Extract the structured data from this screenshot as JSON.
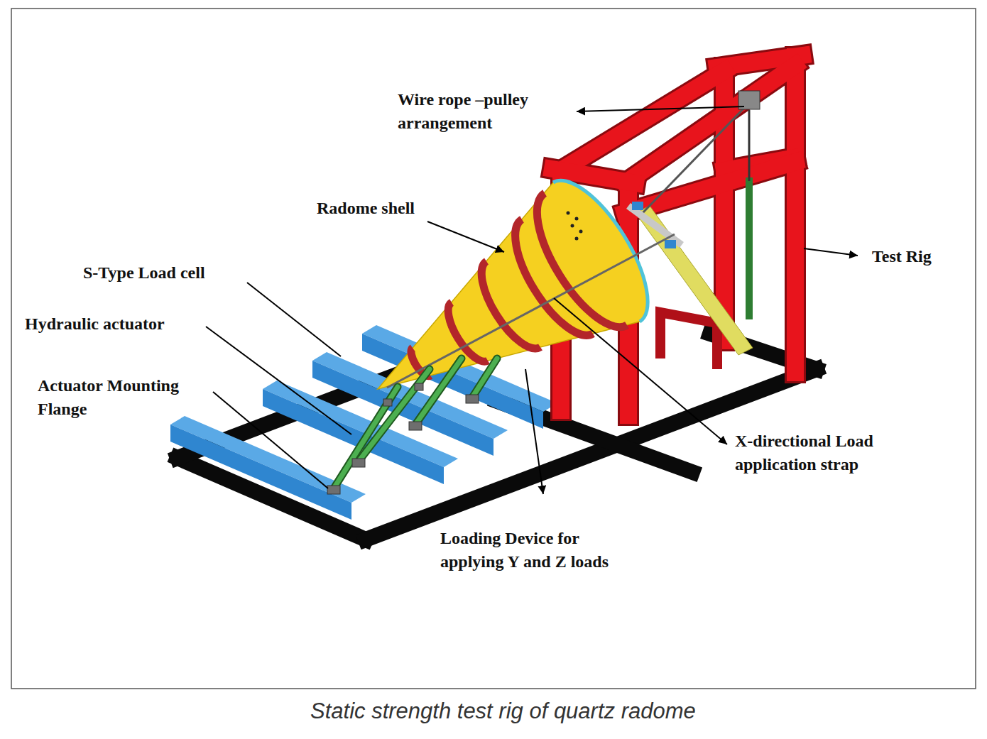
{
  "diagram": {
    "caption": "Static strength test rig of quartz radome",
    "labels": [
      "Wire rope –pulley arrangement",
      "Radome shell",
      "Test Rig",
      "S-Type Load cell",
      "Hydraulic actuator",
      "Actuator Mounting Flange",
      "X-directional Load application strap",
      "Loading Device for applying Y and Z loads"
    ]
  }
}
